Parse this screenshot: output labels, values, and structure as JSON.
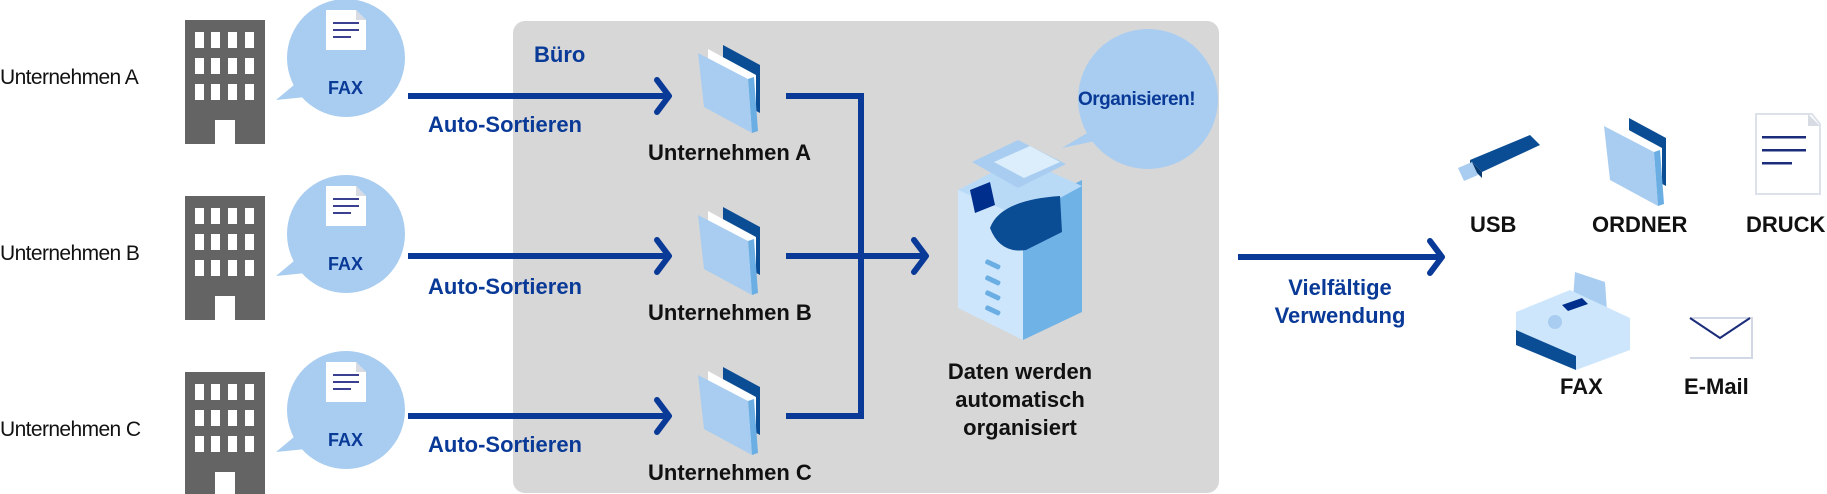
{
  "colors": {
    "primary_blue": "#0a3a97",
    "light_blue": "#a9cdf0",
    "building_gray": "#646464",
    "panel_gray": "#d7d7d7",
    "text_black": "#111111"
  },
  "senders": [
    {
      "label": "Unternehmen A",
      "bubble": "FAX",
      "arrow_label": "Auto-Sortieren",
      "folder_label": "Unternehmen A"
    },
    {
      "label": "Unternehmen B",
      "bubble": "FAX",
      "arrow_label": "Auto-Sortieren",
      "folder_label": "Unternehmen B"
    },
    {
      "label": "Unternehmen C",
      "bubble": "FAX",
      "arrow_label": "Auto-Sortieren",
      "folder_label": "Unternehmen C"
    }
  ],
  "office": {
    "title": "Büro",
    "speech": "Organisieren!",
    "caption": [
      "Daten werden",
      "automatisch",
      "organisiert"
    ]
  },
  "output": {
    "arrow_label": [
      "Vielfältige",
      "Verwendung"
    ],
    "destinations": [
      {
        "label": "USB",
        "icon": "usb-stick-icon"
      },
      {
        "label": "ORDNER",
        "icon": "folder-icon"
      },
      {
        "label": "DRUCK",
        "icon": "document-icon"
      },
      {
        "label": "FAX",
        "icon": "fax-machine-icon"
      },
      {
        "label": "E-Mail",
        "icon": "envelope-icon"
      }
    ]
  }
}
